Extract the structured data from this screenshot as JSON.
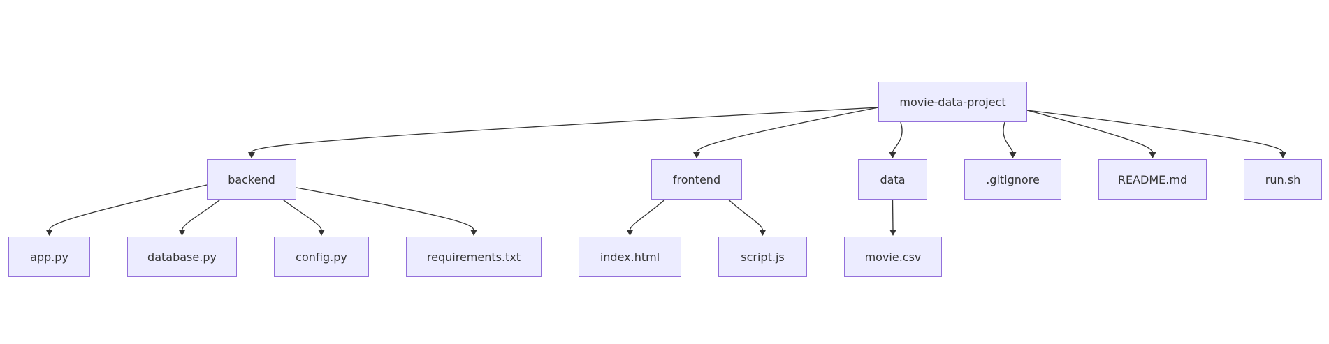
{
  "diagram": {
    "type": "directory-tree",
    "colors": {
      "node_fill": "#ECECFF",
      "node_border": "#9370DB",
      "text": "#333333",
      "edge": "#333333"
    },
    "nodes": {
      "root": "movie-data-project",
      "backend": "backend",
      "frontend": "frontend",
      "data": "data",
      "gitignore": ".gitignore",
      "readme": "README.md",
      "runsh": "run.sh",
      "app": "app.py",
      "database": "database.py",
      "config": "config.py",
      "reqs": "requirements.txt",
      "index": "index.html",
      "script": "script.js",
      "csv": "movie.csv"
    },
    "edges": [
      [
        "root",
        "backend"
      ],
      [
        "root",
        "frontend"
      ],
      [
        "root",
        "data"
      ],
      [
        "root",
        "gitignore"
      ],
      [
        "root",
        "readme"
      ],
      [
        "root",
        "runsh"
      ],
      [
        "backend",
        "app"
      ],
      [
        "backend",
        "database"
      ],
      [
        "backend",
        "config"
      ],
      [
        "backend",
        "reqs"
      ],
      [
        "frontend",
        "index"
      ],
      [
        "frontend",
        "script"
      ],
      [
        "data",
        "csv"
      ]
    ]
  }
}
